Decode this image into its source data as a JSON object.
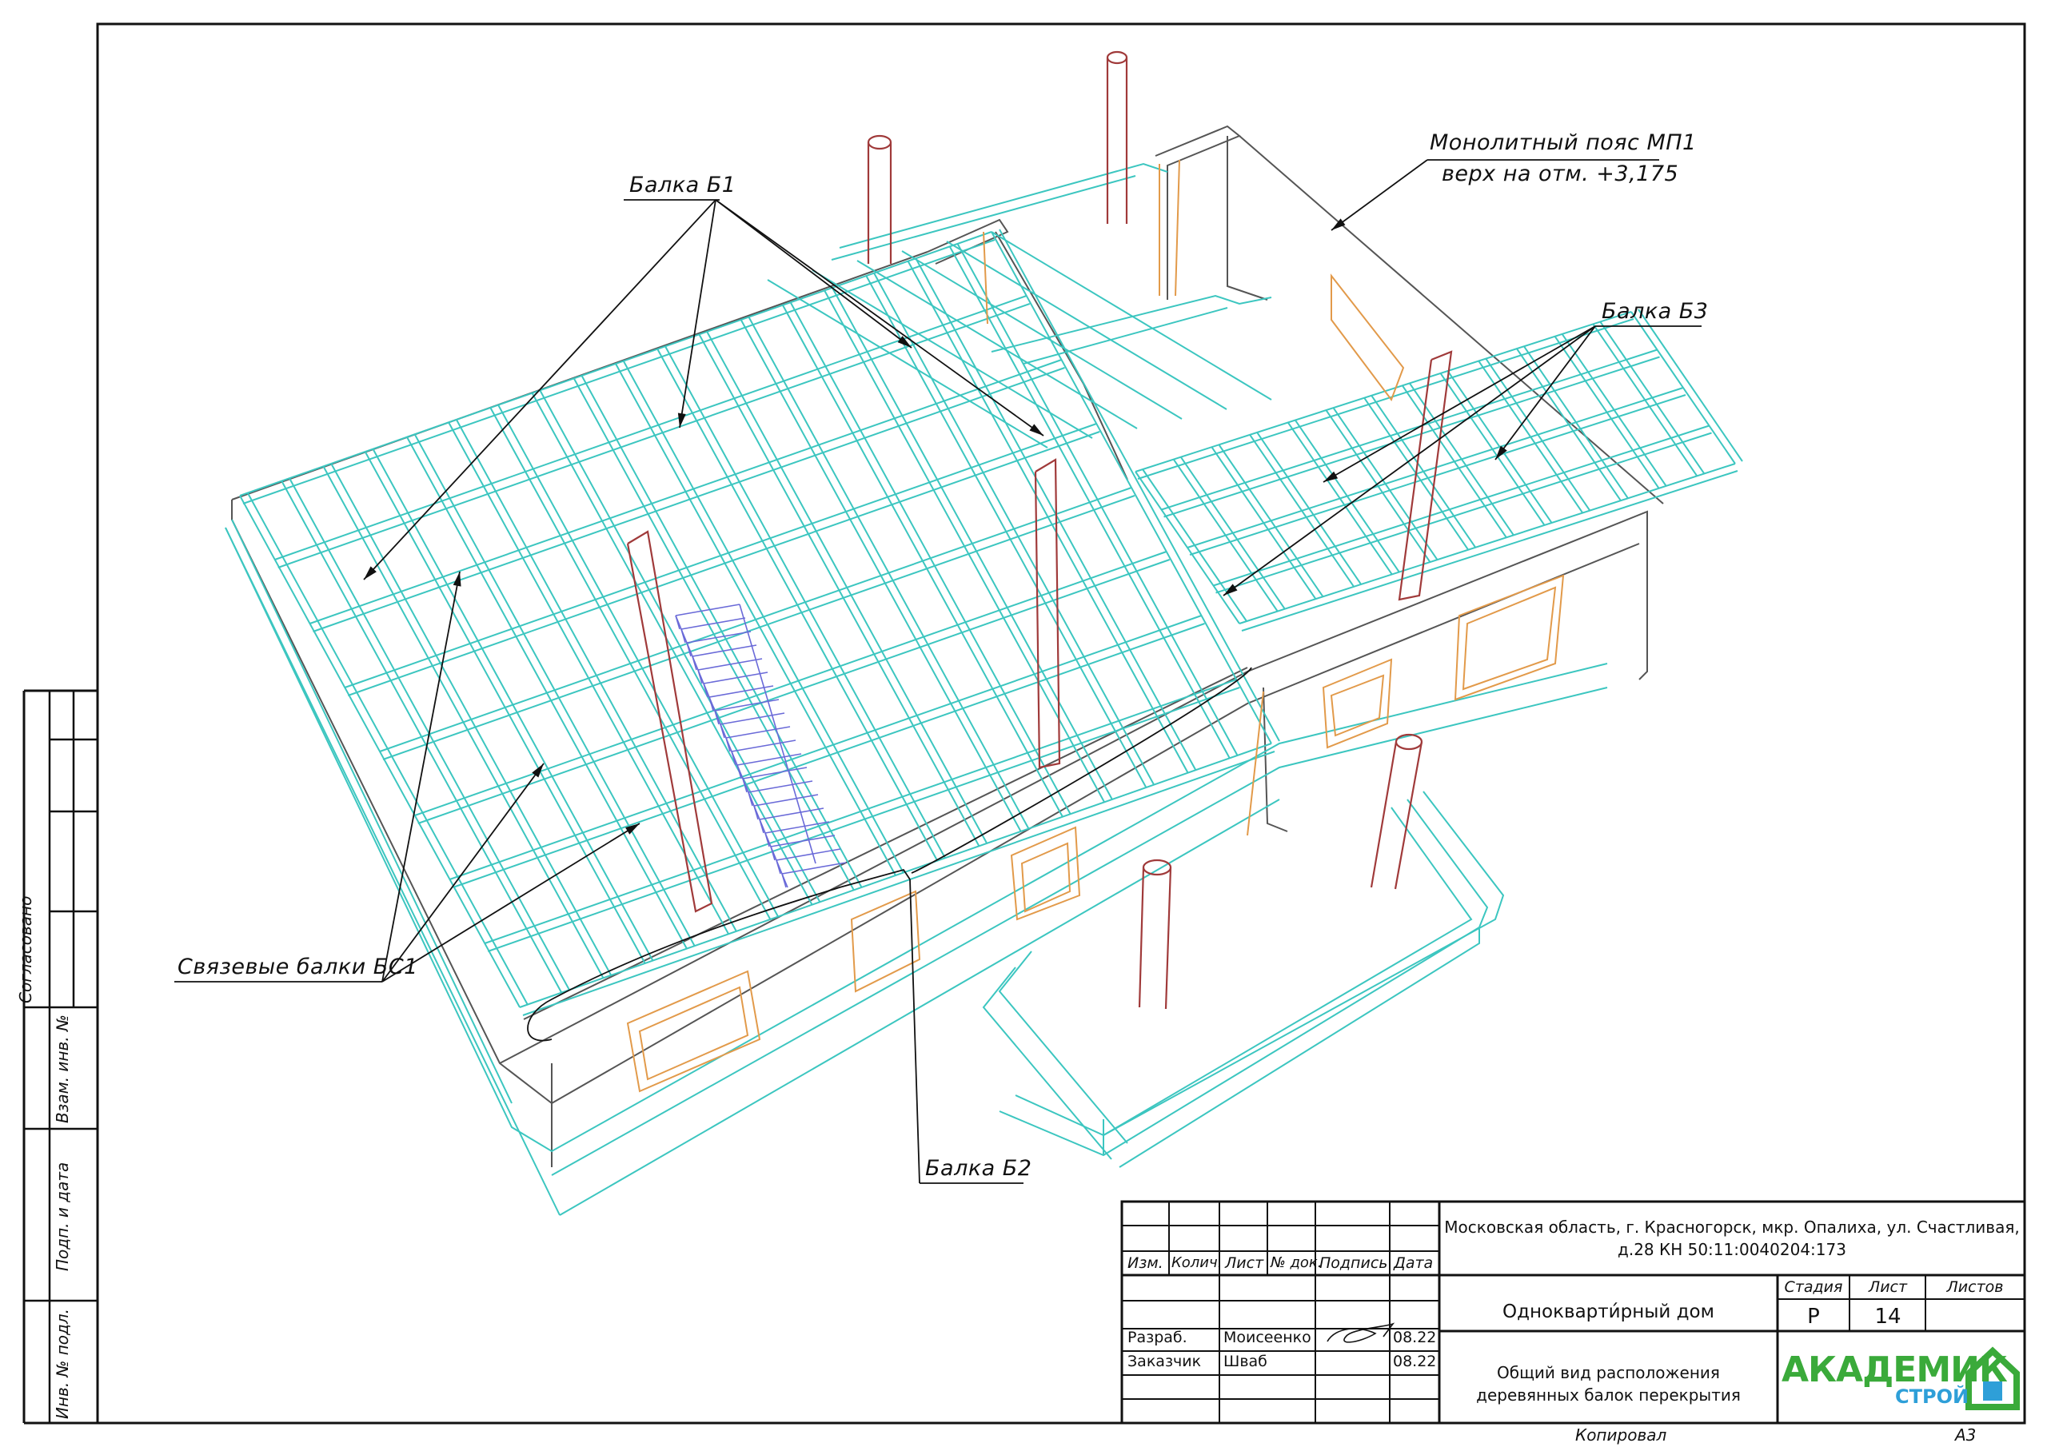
{
  "colors": {
    "frame": "#111111",
    "beam": "#3cc6c0",
    "wall": "#555555",
    "column": "#a03a3a",
    "window": "#e29a4a",
    "stair": "#6a6ad8",
    "logo_green": "#3aaa3a",
    "logo_blue": "#2e9fd8"
  },
  "callouts": {
    "balka_b1": "Балка Б1",
    "mp1_line1": "Монолитный пояс МП1",
    "mp1_line2": "верх на отм. +3,175",
    "balka_b3": "Балка Б3",
    "bs1": "Связевые балки БС1",
    "balka_b2": "Балка Б2"
  },
  "side_stamp": {
    "soglasovano": "Согласовано",
    "vzam_inv": "Взам. инв. №",
    "podp_data": "Подп. и дата",
    "inv_podl": "Инв. № подл."
  },
  "title_block": {
    "headers": [
      "Изм.",
      "Колич.",
      "Лист",
      "№ док.",
      "Подпись",
      "Дата"
    ],
    "address_line1": "Московская область, г. Красногорск, мкр. Опалиха, ул. Счастливая,",
    "address_line2": "д.28 КН 50:11:0040204:173",
    "building": "Однокварти́рный дом",
    "stage_header": "Стадия",
    "sheet_header": "Лист",
    "sheets_header": "Листов",
    "stage": "Р",
    "sheet": "14",
    "sheets": "",
    "rows": [
      {
        "role": "Разраб.",
        "name": "Моисеенко",
        "date": "08.22"
      },
      {
        "role": "Заказчик",
        "name": "Шваб",
        "date": "08.22"
      }
    ],
    "drawing_line1": "Общий вид расположения",
    "drawing_line2": "деревянных балок перекрытия",
    "logo_main": "АКАДЕМИК",
    "logo_sub": "СТРОЙ"
  },
  "footer": {
    "copied": "Копировал",
    "format": "А3"
  }
}
